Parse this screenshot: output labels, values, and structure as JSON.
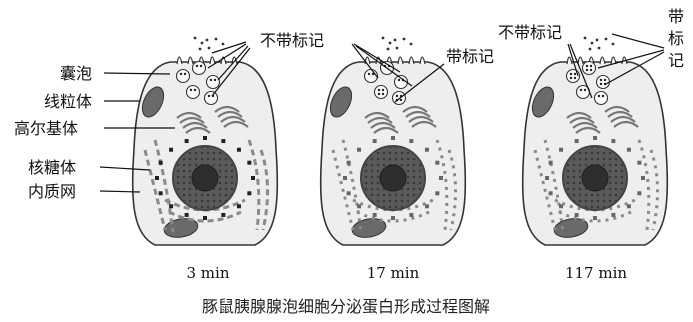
{
  "organelle_labels": {
    "vesicle": "囊泡",
    "mitochondrion": "线粒体",
    "golgi": "高尔基体",
    "ribosome": "核糖体",
    "er": "内质网"
  },
  "annotations": {
    "unlabeled": "不带标记",
    "labeled": "带标记",
    "labeled_vertical": [
      "带",
      "标",
      "记"
    ]
  },
  "panels": [
    {
      "time": "3 min"
    },
    {
      "time": "17 min"
    },
    {
      "time": "117 min"
    }
  ],
  "caption": "豚鼠胰腺腺泡细胞分泌蛋白形成过程图解",
  "colors": {
    "cell_fill": "#eeeeee",
    "outline": "#333333",
    "nucleus": "#444444",
    "label_mark": "#222222"
  }
}
